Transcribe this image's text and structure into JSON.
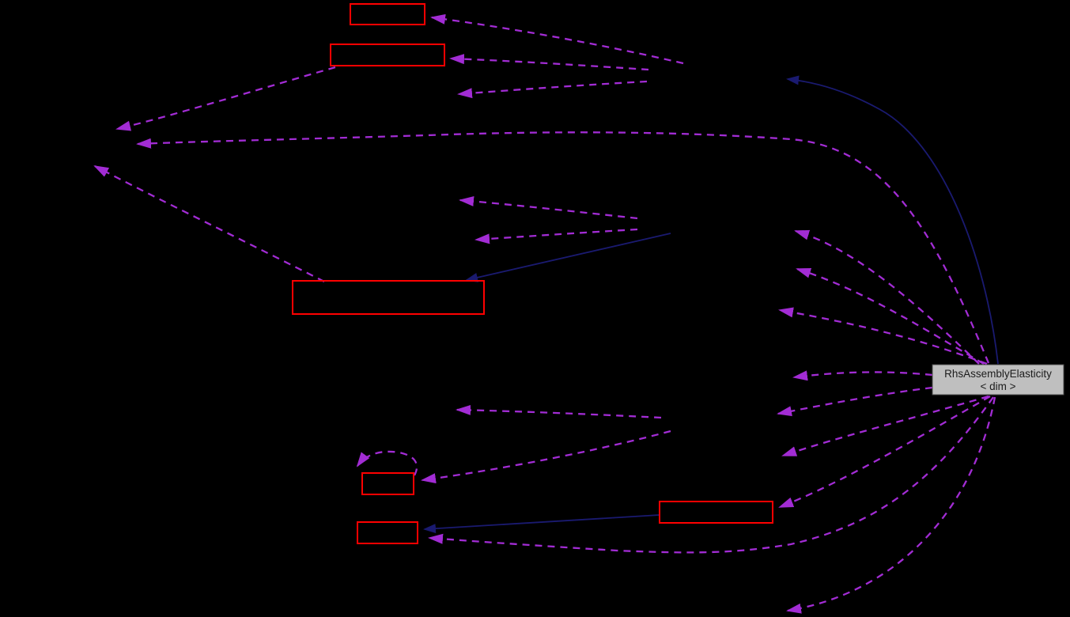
{
  "diagram": {
    "type": "collaboration-graph",
    "current_node": {
      "line1": "RhsAssemblyElasticity",
      "line2": "< dim >"
    }
  },
  "colors": {
    "background": "#000000",
    "red_node_border": "#ff0000",
    "current_node_fill": "#bfbfbf",
    "current_node_border": "#4d4d4d",
    "current_node_text": "#1c1c1c",
    "usage_edge": "#a22cd4",
    "inheritance_edge": "#1a1a70"
  }
}
